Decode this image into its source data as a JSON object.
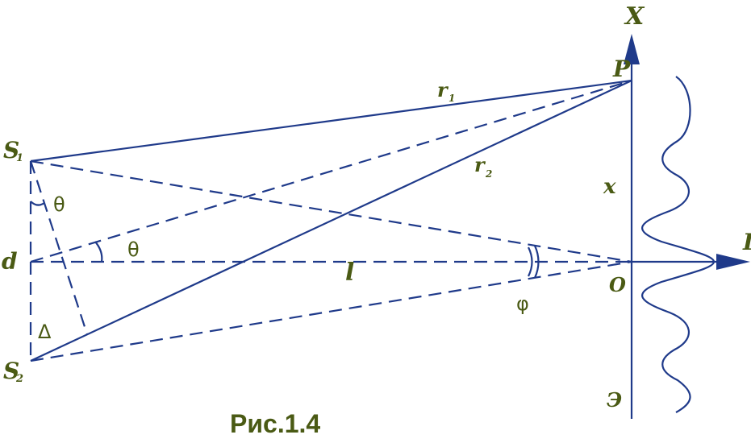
{
  "labels": {
    "s1": "S",
    "s1_sub": "1",
    "s2": "S",
    "s2_sub": "2",
    "d": "d",
    "P": "P",
    "X": "X",
    "I": "I",
    "O": "O",
    "x": "x",
    "l": "l",
    "r1": "r",
    "r1_sub": "1",
    "r2": "r",
    "r2_sub": "2",
    "theta_top": "θ",
    "theta_mid": "θ",
    "phi": "φ",
    "delta": "Δ",
    "screen": "Э",
    "caption": "Рис.1.4"
  },
  "colors": {
    "line": "#1f3a8a",
    "text": "#4a5a14"
  }
}
